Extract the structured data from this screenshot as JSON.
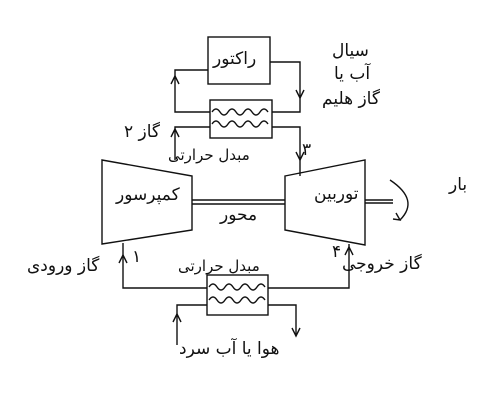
{
  "labels": {
    "reactor": "راکتور",
    "coolant": "سیال",
    "water_or": "آب یا",
    "helium_gas": "گاز هلیم",
    "gas_2": "گاز ۲",
    "heat_exchanger_top": "مبدل حرارتی",
    "compressor": "کمپرسور",
    "turbine": "توربین",
    "shaft": "محور",
    "load": "بار",
    "state_1": "۱",
    "state_3": "۳",
    "state_4": "۴",
    "inlet_gas": "گاز ورودی",
    "exhaust_gas": "گاز خروجی",
    "heat_exchanger_bottom": "مبدل حرارتی",
    "air_or_water": "هوا یا آب سرد"
  },
  "colors": {
    "line": "#111111",
    "background": "#ffffff"
  }
}
